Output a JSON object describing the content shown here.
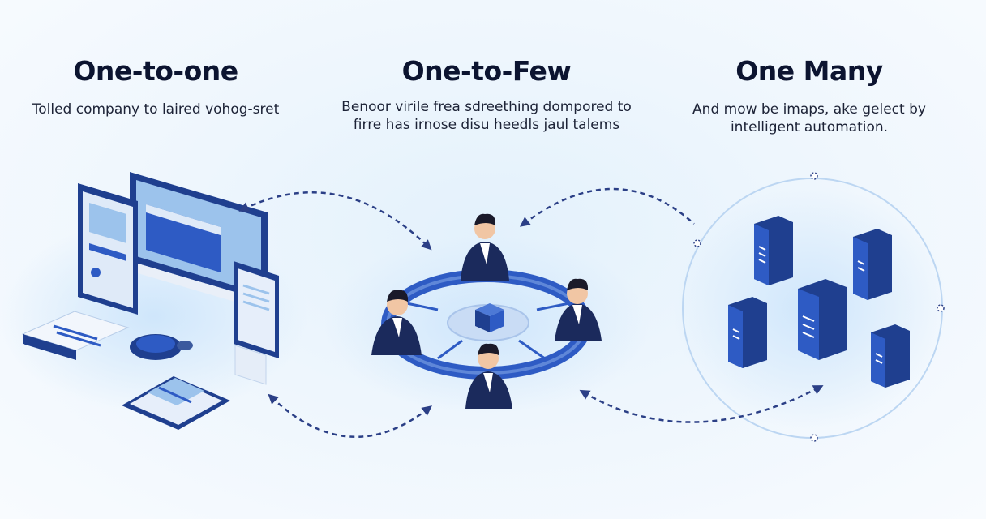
{
  "columns": [
    {
      "title": "One-to-one",
      "description": "Tolled company to laired vohog-sret"
    },
    {
      "title": "One-to-Few",
      "description": "Benoor virile frea sdreething dompored to firre has irnose disu heedls jaul talems"
    },
    {
      "title": "One Many",
      "description": "And mow be imaps, ake gelect by intelligent automation."
    }
  ],
  "colors": {
    "navy": "#1f3f8f",
    "royal": "#2e5bc4",
    "light_blue": "#c9dcf5",
    "sky": "#a9cdf0",
    "dash": "#2b3f86"
  },
  "icons": [
    "monitor-icon",
    "tablet-icon",
    "laptop-icon",
    "people-icon",
    "server-icon"
  ]
}
